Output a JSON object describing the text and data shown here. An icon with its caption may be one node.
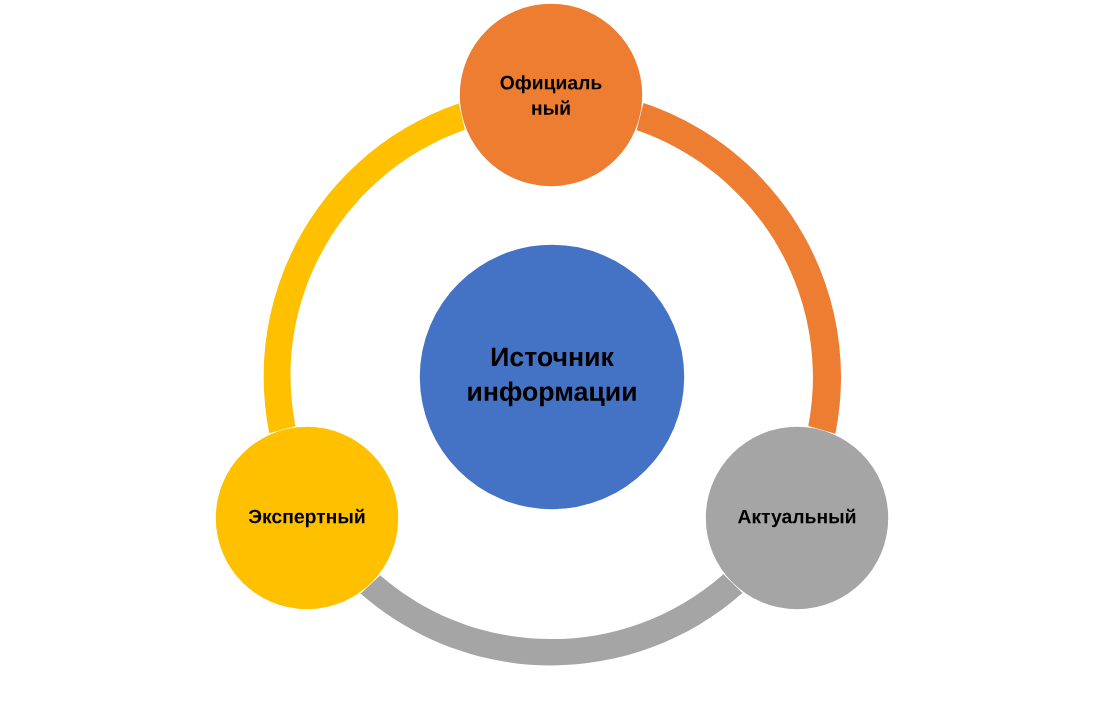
{
  "diagram": {
    "nodes": [
      {
        "text": [
          "Официаль ный"
        ]
      },
      {
        "text": [
          "Источник информации"
        ]
      },
      {
        "text": [
          "Экспертный"
        ]
      },
      {
        "text": [
          "Актуальный"
        ]
      }
    ],
    "edges": [
      {
        "from": 0,
        "to": 3,
        "arrow": "none",
        "color": "#ed7d31"
      },
      {
        "from": 3,
        "to": 2,
        "arrow": "none",
        "color": "#a5a5a5"
      },
      {
        "from": 2,
        "to": 0,
        "arrow": "none",
        "color": "#ffc000"
      }
    ]
  }
}
